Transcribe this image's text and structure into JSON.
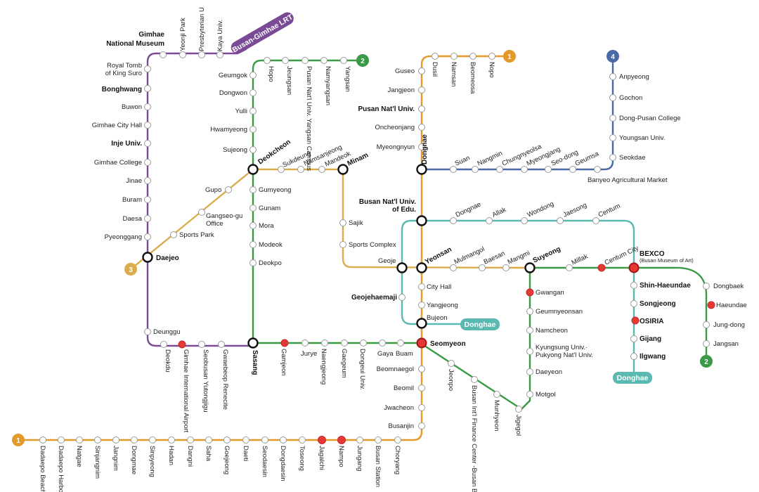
{
  "colors": {
    "line1": "#e49a2a",
    "line2": "#3a9a46",
    "line3": "#d9ad4d",
    "line4": "#4a6aa6",
    "donghae": "#5ab9b1",
    "lrt": "#7a4a94",
    "highlight": "#e53935"
  },
  "badges": {
    "line1": "1",
    "line2": "2",
    "line3": "3",
    "line4": "4"
  },
  "tags": {
    "lrt": "Busan-Gimhae LRT",
    "donghae": "Donghae"
  },
  "stations": {
    "yeonji_park": "Yeonji Park",
    "presbyterian": "Presbyterian U",
    "kaya_univ": "Kaya Univ.",
    "gimhae_museum_1": "Gimhae",
    "gimhae_museum_2": "National Museum",
    "royal_tomb_1": "Royal Tomb",
    "royal_tomb_2": "of King Suro",
    "bonghwang": "Bonghwang",
    "buwon": "Buwon",
    "gimhae_city_hall": "Gimhae City Hall",
    "inje_univ": "Inje Univ.",
    "gimhae_college": "Gimhae College",
    "jinae": "Jinae",
    "buram": "Buram",
    "daesa": "Daesa",
    "pyeonggang": "Pyeonggang",
    "daejeo": "Daejeo",
    "deunggu": "Deunggu",
    "deokdu": "Deokdu",
    "gimhae_airport": "Gimhae International Airport",
    "seobusan": "Seobusan Yutongjigu",
    "gwaebeop": "Gwaebeop Renecite",
    "geumgok": "Geumgok",
    "dongwon": "Dongwon",
    "yulli": "Yulli",
    "hwamyeong": "Hwamyeong",
    "sujeong": "Sujeong",
    "hopo": "Hopo",
    "jeungsan": "Jeungsan",
    "pnu_yangsan": "Pusan Nat'l Univ. Yangsan Campus",
    "namyangsan": "Namyangsan",
    "yangsan": "Yangsan",
    "deokcheon": "Deokcheon",
    "gumyeong": "Gumyeong",
    "gunam": "Gunam",
    "mora": "Mora",
    "modeok": "Modeok",
    "deokpo": "Deokpo",
    "sasang": "Sasang",
    "gamjeon": "Gamjeon",
    "jurye": "Jurye",
    "naengjeong": "Naengjeong",
    "gaegeum": "Gaegeum",
    "dongeui_univ": "Dongeui Univ.",
    "gaya": "Gaya",
    "buam": "Buam",
    "seomyeon": "Seomyeon",
    "gupo": "Gupo",
    "gangseo_1": "Gangseo-gu",
    "gangseo_2": "Office",
    "sports_park": "Sports Park",
    "sukdeung": "Sukdeung",
    "namsanjeong": "Namsanjeong",
    "mandeok": "Mandeok",
    "minam": "Minam",
    "sajik": "Sajik",
    "sports_complex": "Sports Complex",
    "geoje": "Geoje",
    "yeonsan": "Yeonsan",
    "mulmangol": "Mulmangol",
    "baesan": "Baesan",
    "mangmi": "Mangmi",
    "suyeong": "Suyeong",
    "guseo": "Guseo",
    "jangjeon": "Jangjeon",
    "pnu": "Pusan Nat'l Univ.",
    "oncheonjang": "Oncheonjang",
    "myeongnyun": "Myeongnyun",
    "dongnae": "Dongnae",
    "dusil": "Dusil",
    "namsan": "Namsan",
    "beomeosa": "Beomeosa",
    "nopo": "Nopo",
    "city_hall": "City Hall",
    "yangjeong": "Yangjeong",
    "bujeon": "Bujeon",
    "beomnaegol": "Beomnaegol",
    "beomil": "Beomil",
    "jwacheon": "Jwacheon",
    "busanjin": "Busanjin",
    "anpyeong": "Anpyeong",
    "gochon": "Gochon",
    "dong_pusan": "Dong-Pusan College",
    "youngsan_univ": "Youngsan Univ.",
    "seokdae": "Seokdae",
    "banyeo": "Banyeo Agricultural Market",
    "suan": "Suan",
    "nangmin": "Nangmin",
    "chungnyeolsa": "Chungnyeolsa",
    "myeongjang": "Myeongjang",
    "seo_dong": "Seo-dong",
    "geumsa": "Geumsa",
    "bnue_1": "Busan Nat'l Univ.",
    "bnue_2": "of Edu.",
    "geojehaemaji": "Geojehaemaji",
    "dh_dongnae": "Dongnae",
    "allak": "Allak",
    "wondong": "Wondong",
    "jaesong": "Jaesong",
    "centum": "Centum",
    "millak": "Millak",
    "centum_city": "Centum City",
    "bexco_1": "BEXCO",
    "bexco_2": "(Busan Museum of Art)",
    "shin_haeundae": "Shin-Haeundae",
    "songjeong": "Songjeong",
    "osiria": "OSIRIA",
    "gijang": "Gijang",
    "ilgwang": "Ilgwang",
    "dongbaek": "Dongbaek",
    "haeundae": "Haeundae",
    "jung_dong": "Jung-dong",
    "jangsan": "Jangsan",
    "gwangan": "Gwangan",
    "geumnyeonsan": "Geumnyeonsan",
    "namcheon": "Namcheon",
    "kyungsung_1": "Kyungsung Univ.·",
    "kyungsung_2": "Pukyong Nat'l Univ.",
    "daeyeon": "Daeyeon",
    "motgol": "Motgol",
    "jeonpo": "Jeonpo",
    "bifc": "Busan Int'l Finance Center -Busan Bank",
    "munhyeon": "Munhyeon",
    "jigegol": "Jigegol",
    "dadaepo_beach": "Dadaepo Beach",
    "dadaepo_harbor": "Dadaepo Harbor",
    "natgae": "Natgae",
    "sinjangnim": "Sinjangnim",
    "jangnim": "Jangnim",
    "dongmae": "Dongmae",
    "sinpyeong": "Sinpyeong",
    "hadan": "Hadan",
    "dangni": "Dangni",
    "saha": "Saha",
    "goejeong": "Goejeong",
    "daeti": "Daeti",
    "seodaesin": "Seodaesin",
    "dongdaesin": "Dongdaesin",
    "toseong": "Toseong",
    "jagalchi": "Jagalchi",
    "nampo": "Nampo",
    "jungang": "Jungang",
    "busan_station": "Busan Station",
    "choryang": "Choryang"
  }
}
